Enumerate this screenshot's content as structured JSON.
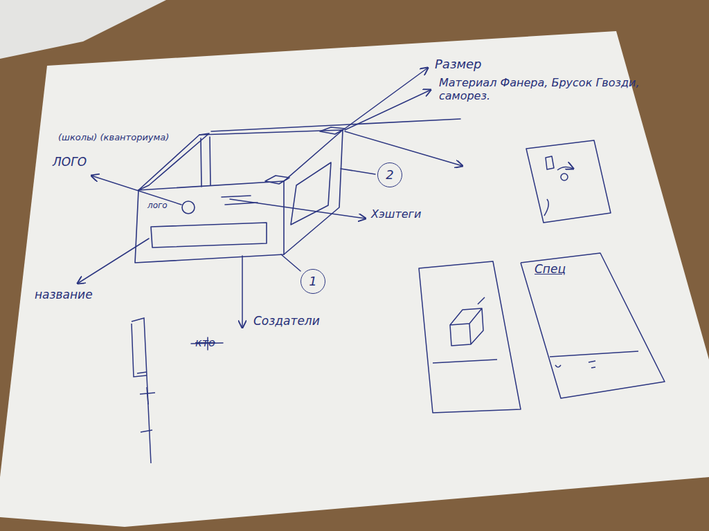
{
  "diagram": {
    "nodes": [
      {
        "text": [
          "2"
        ]
      },
      {
        "text": [
          "1"
        ]
      },
      {
        "text": [
          "Спец"
        ]
      }
    ],
    "labels": [
      "Размер",
      "Материал Фанера, Брусок Гвозди, саморез.",
      "(школы) (кванториума)",
      "ЛОГО",
      "лого",
      "название",
      "Хэштеги",
      "Создатели",
      "кто"
    ]
  }
}
